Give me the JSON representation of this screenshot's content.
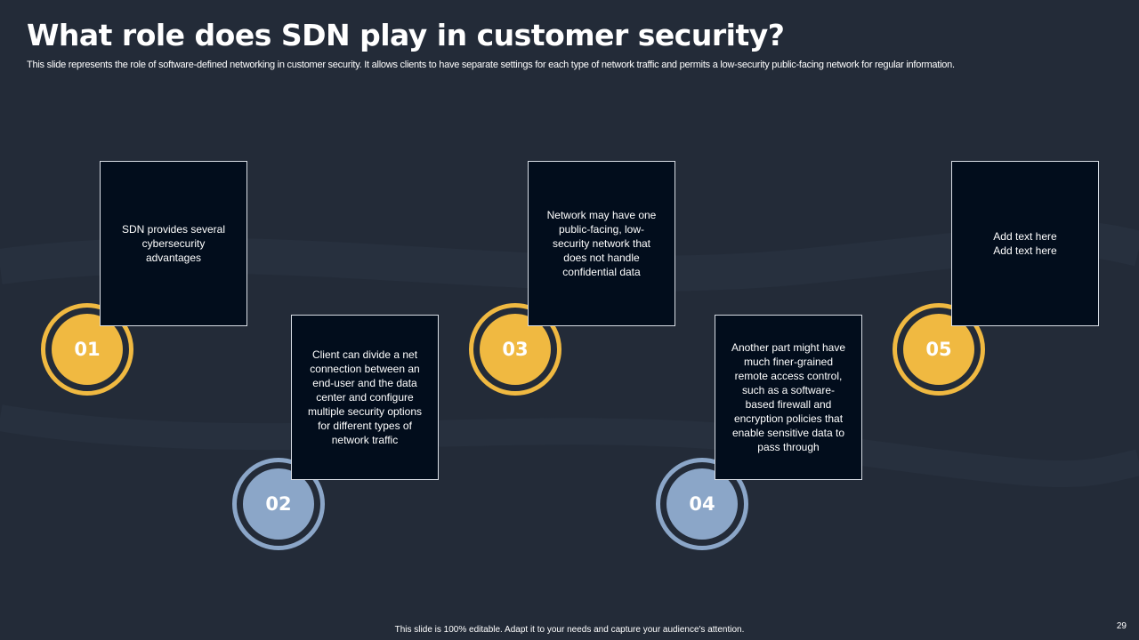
{
  "title": "What role does SDN play in customer security?",
  "subtitle": "This slide represents the role of software-defined networking in customer security. It allows clients to have separate settings for each type of network traffic and permits a low-security public-facing network for regular information.",
  "steps": [
    {
      "number": "01",
      "text": "SDN provides  several\ncybersecurity\nadvantages"
    },
    {
      "number": "02",
      "text": "Client can divide  a net\nconnection between an\nend-user and the data\ncenter and configure\nmultiple security options\nfor different  types of\nnetwork traffic"
    },
    {
      "number": "03",
      "text": "Network may have  one\npublic-facing,  low-\nsecurity network that\ndoes not handle\nconfidential  data"
    },
    {
      "number": "04",
      "text": "Another part might have\nmuch finer-grained\nremote access control,\nsuch as a software-\nbased firewall and\nencryption policies that\nenable sensitive  data to\npass through"
    },
    {
      "number": "05",
      "text": "Add text here\nAdd text here"
    }
  ],
  "footer": "This slide is 100% editable.  Adapt it to your needs and capture your audience's attention.",
  "page_number": "29",
  "colors": {
    "background": "#232b38",
    "box": "#020d1c",
    "yellow": "#f0b941",
    "blue": "#8ba6c8"
  }
}
